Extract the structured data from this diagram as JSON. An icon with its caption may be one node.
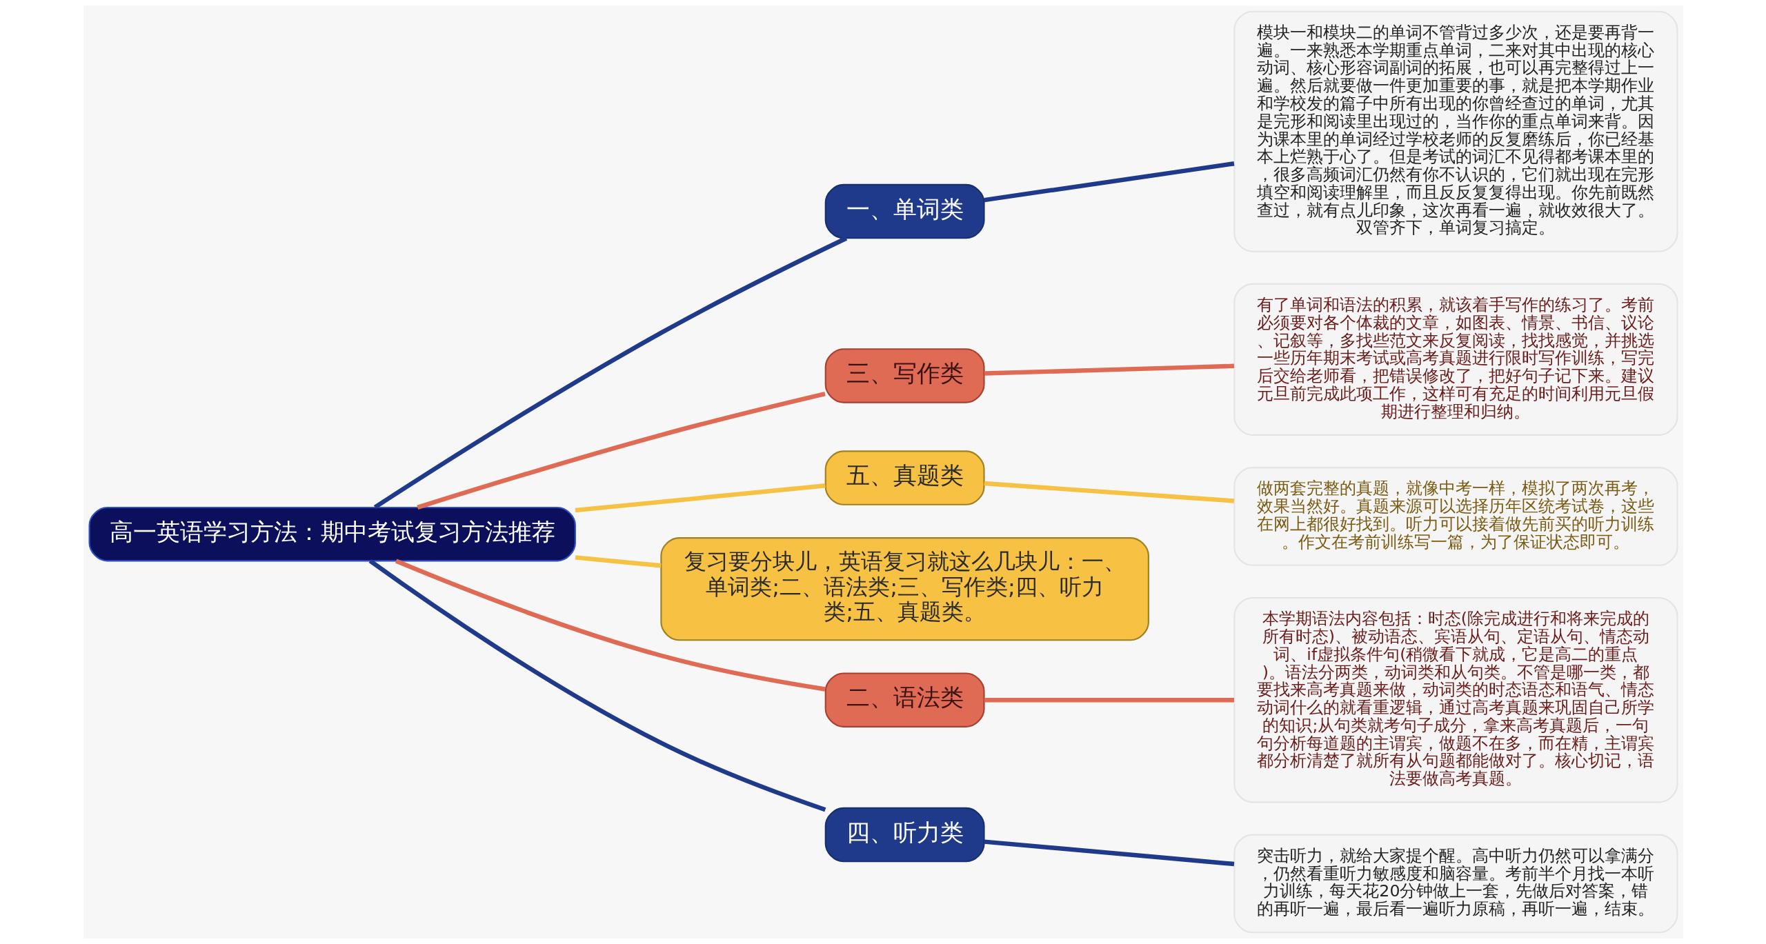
{
  "diagram": {
    "nodes": [
      {
        "text": [
          "高一英语学习方法：期中考试复习方法推荐"
        ]
      },
      {
        "text": [
          "一、单词类"
        ]
      },
      {
        "text": [
          "模块一和模块二的单词不管背过多少次，还是要再背一遍。一来熟悉本学期重点单词，二来对其中出现的核心动词、核心形容词副词的拓展，也可以再完整得过上一遍。然后就要做一件更加重要的事，就是把本学期作业和学校发的篇子中所有出现的你曾经查过的单词，尤其是完形和阅读里出现过的，当作你的重点单词来背。因为课本里的单词经过学校老师的反复磨练后，你已经基本上烂熟于心了。但是考试的词汇不见得都考课本里的，很多高频词汇仍然有你不认识的，它们就出现在完形填空和阅读理解里，而且反反复复得出现。你先前既然查过，就有点儿印象，这次再看一遍，就收效很大了。双管齐下，单词复习搞定。"
        ]
      },
      {
        "text": [
          "三、写作类"
        ]
      },
      {
        "text": [
          "有了单词和语法的积累，就该着手写作的练习了。考前必须要对各个体裁的文章，如图表、情景、书信、议论、记叙等，多找些范文来反复阅读，找找感觉，并挑选一些历年期末考试或高考真题进行限时写作训练，写完后交给老师看，把错误修改了，把好句子记下来。建议元旦前完成此项工作，这样可有充足的时间利用元旦假期进行整理和归纳。"
        ]
      },
      {
        "text": [
          "五、真题类"
        ]
      },
      {
        "text": [
          "做两套完整的真题，就像中考一样，模拟了两次再考，效果当然好。真题来源可以选择历年区统考试卷，这些在网上都很好找到。听力可以接着做先前买的听力训练。作文在考前训练写一篇，为了保证状态即可。"
        ]
      },
      {
        "text": [
          "复习要分块儿，英语复习就这么几块儿：一、单词类;二、语法类;三、写作类;四、听力类;五、真题类。"
        ]
      },
      {
        "text": [
          "二、语法类"
        ]
      },
      {
        "text": [
          "本学期语法内容包括：时态(除完成进行和将来完成的所有时态)、被动语态、宾语从句、定语从句、情态动词、if虚拟条件句(稍微看下就成，它是高二的重点)。语法分两类，动词类和从句类。不管是哪一类，都要找来高考真题来做，动词类的时态语态和语气、情态动词什么的就看重逻辑，通过高考真题来巩固自己所学的知识;从句类就考句子成分，拿来高考真题后，一句句分析每道题的主谓宾，做题不在多，而在精，主谓宾都分析清楚了就所有从句题都能做对了。核心切记，语法要做高考真题。"
        ]
      },
      {
        "text": [
          "四、听力类"
        ]
      },
      {
        "text": [
          "突击听力，就给大家提个醒。高中听力仍然可以拿满分，仍然看重听力敏感度和脑容量。考前半个月找一本听力训练，每天花20分钟做上一套，先做后对答案，错的再听一遍，最后看一遍听力原稿，再听一遍，结束。"
        ]
      }
    ],
    "edges": [
      {
        "from": 0,
        "to": 1,
        "arrow": "none",
        "color": "#1f3a8a"
      },
      {
        "from": 1,
        "to": 2,
        "arrow": "none",
        "color": "#1f3a8a"
      },
      {
        "from": 0,
        "to": 3,
        "arrow": "none",
        "color": "#e06b55"
      },
      {
        "from": 3,
        "to": 4,
        "arrow": "none",
        "color": "#e06b55"
      },
      {
        "from": 0,
        "to": 5,
        "arrow": "none",
        "color": "#f7c244"
      },
      {
        "from": 5,
        "to": 6,
        "arrow": "none",
        "color": "#f7c244"
      },
      {
        "from": 0,
        "to": 7,
        "arrow": "none",
        "color": "#f7c244"
      },
      {
        "from": 0,
        "to": 8,
        "arrow": "none",
        "color": "#e06b55"
      },
      {
        "from": 8,
        "to": 9,
        "arrow": "none",
        "color": "#e06b55"
      },
      {
        "from": 0,
        "to": 10,
        "arrow": "none",
        "color": "#1f3a8a"
      },
      {
        "from": 10,
        "to": 11,
        "arrow": "none",
        "color": "#1f3a8a"
      }
    ]
  }
}
